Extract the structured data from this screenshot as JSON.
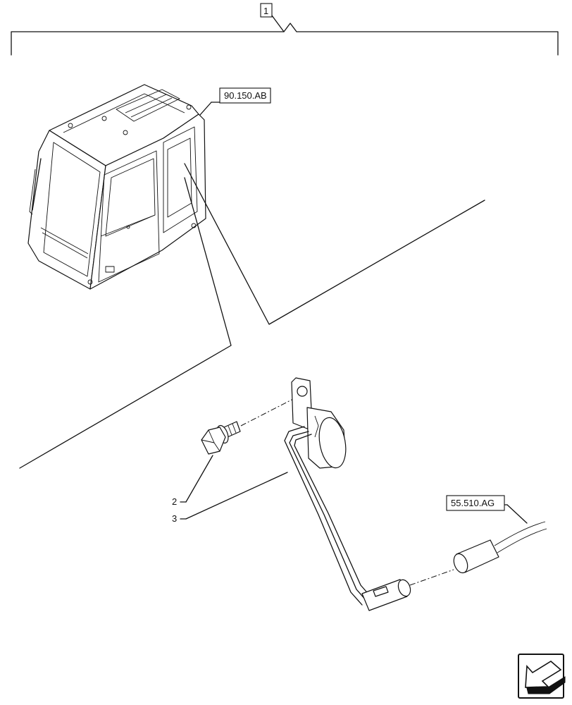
{
  "callouts": {
    "assembly": "1",
    "cab_reference": "90.150.AB",
    "connector_reference": "55.510.AG"
  },
  "items": {
    "bolt": "2",
    "sensor": "3"
  },
  "icons": {
    "nav_arrow": "next-page-arrow-icon"
  }
}
